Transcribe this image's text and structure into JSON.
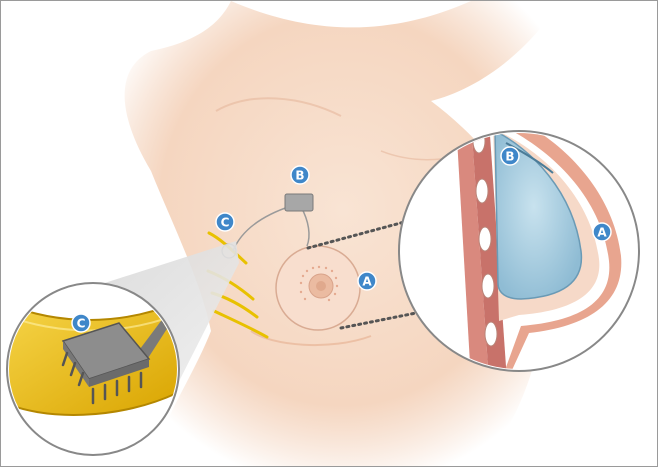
{
  "labels": {
    "implant": "A",
    "module": "B",
    "electrode": "C"
  },
  "colors": {
    "skin": "#f7dcc8",
    "skin_shadow": "#ebc0a5",
    "badge": "#3f87c9",
    "implant_fill": "#a9cde0",
    "tissue": "#e9a18f",
    "muscle": "#c7726a",
    "electrode": "#f2c200",
    "chip": "#9a9a9a",
    "dotted_line": "#555555"
  },
  "icons": [
    "magnifier-circle-icon",
    "chip-icon",
    "module-icon"
  ]
}
